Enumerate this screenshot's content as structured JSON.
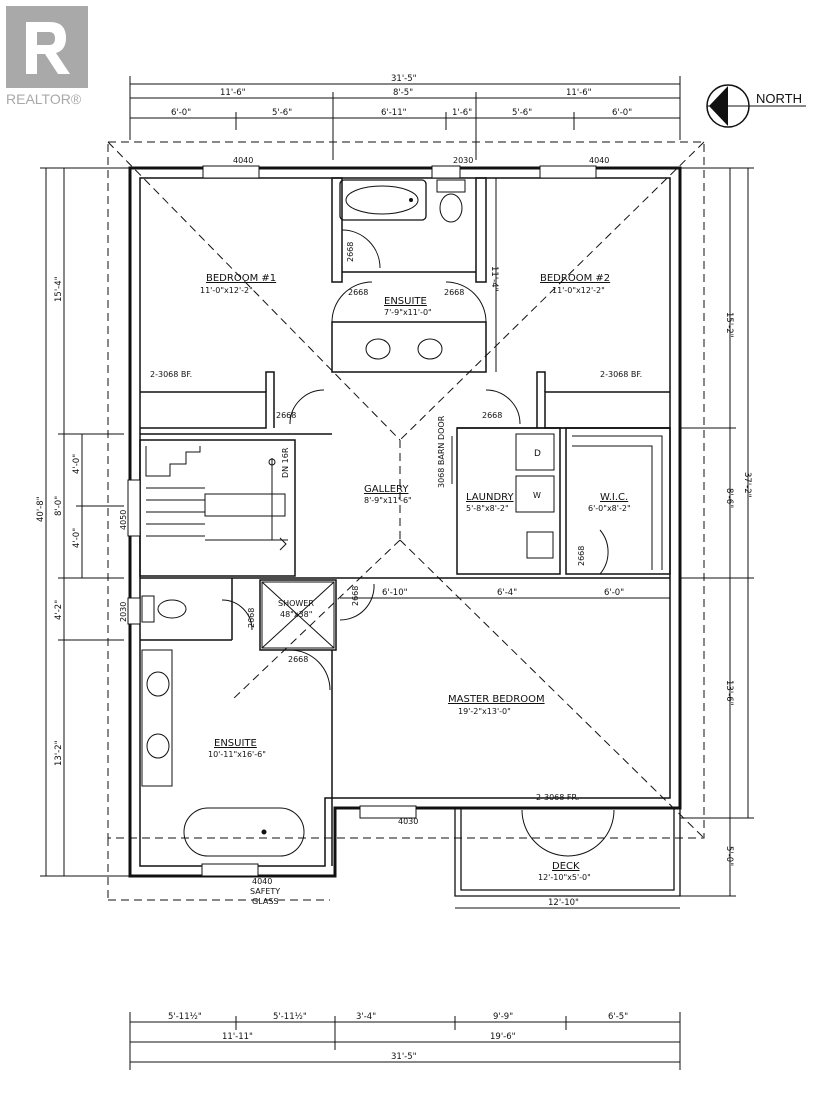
{
  "brand": {
    "name": "REALTOR®",
    "logo_color": "#a9a9a9"
  },
  "compass": {
    "label": "NORTH"
  },
  "rooms": {
    "bedroom1": {
      "name": "BEDROOM #1",
      "size": "11'-0\"x12'-2\""
    },
    "bedroom2": {
      "name": "BEDROOM #2",
      "size": "11'-0\"x12'-2\""
    },
    "ensuite_top": {
      "name": "ENSUITE",
      "size": "7'-9\"x11'-0\""
    },
    "gallery": {
      "name": "GALLERY",
      "size": "8'-9\"x11'-6\""
    },
    "laundry": {
      "name": "LAUNDRY",
      "size": "5'-8\"x8'-2\""
    },
    "wic": {
      "name": "W.I.C.",
      "size": "6'-0\"x8'-2\""
    },
    "shower": {
      "name": "SHOWER",
      "size": "48\"x38\""
    },
    "master": {
      "name": "MASTER BEDROOM",
      "size": "19'-2\"x13'-0\""
    },
    "ensuite_bottom": {
      "name": "ENSUITE",
      "size": "10'-11\"x16'-6\""
    },
    "deck": {
      "name": "DECK",
      "size": "12'-10\"x5'-0\""
    }
  },
  "labels": {
    "win_4040_a": "4040",
    "win_2030_top": "2030",
    "win_4040_b": "4040",
    "door_2668_a": "2668",
    "door_2668_b": "2668",
    "door_2668_c": "2668",
    "door_2668_d": "2668",
    "door_2668_e": "2668",
    "door_2668_f": "2668",
    "door_2668_g": "2668",
    "door_2668_h": "2668",
    "door_2668_i": "2668",
    "closet_left": "2-3068 BF.",
    "closet_right": "2-3068 BF.",
    "barn_door": "3068 BARN DOOR",
    "dn_stairs": "DN 16R",
    "win_4050": "4050",
    "win_2030_left": "2030",
    "win_4030": "4030",
    "french_doors": "2-3068 FR.",
    "win_4040_bottom": "4040",
    "safety_glass_1": "SAFETY",
    "safety_glass_2": "GLASS",
    "washer": "W",
    "dryer": "D"
  },
  "dimensions": {
    "top_total": "31'-5\"",
    "top_row2": [
      "11'-6\"",
      "8'-5\"",
      "11'-6\""
    ],
    "top_row3": [
      "6'-0\"",
      "5'-6\"",
      "6'-11\"",
      "1'-6\"",
      "5'-6\"",
      "6'-0\""
    ],
    "left_total": "40'-8\"",
    "left_row1": [
      "15'-4\"",
      "8'-0\"",
      "4'-2\"",
      "13'-2\""
    ],
    "left_row2": [
      "4'-0\"",
      "4'-0\""
    ],
    "right_total": "37'-2\"",
    "right_row1": [
      "15'-2\"",
      "8'-6\"",
      "13'-6\"",
      "5'-0\""
    ],
    "interior": [
      "11'-4\"",
      "6'-10\"",
      "6'-4\"",
      "6'-0\"",
      "12'-10\""
    ],
    "bottom_row1": [
      "5'-11½\"",
      "5'-11½\"",
      "3'-4\"",
      "9'-9\"",
      "6'-5\""
    ],
    "bottom_row2": [
      "11'-11\"",
      "19'-6\""
    ],
    "bottom_total": "31'-5\""
  }
}
